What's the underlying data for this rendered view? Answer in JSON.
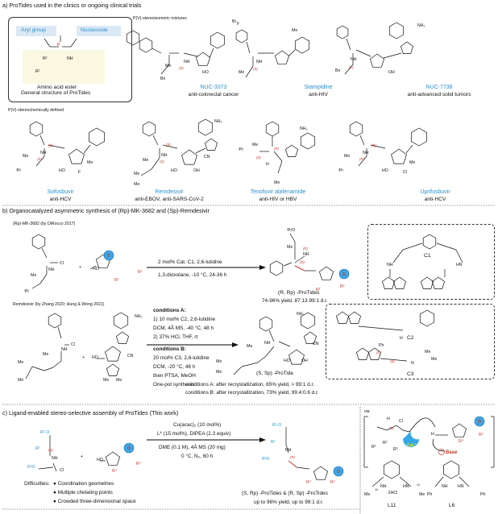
{
  "section_a": {
    "title": "a) ProTides used in the clinics or ongoing clinical trials",
    "general": {
      "aryl": "Aryl group",
      "nucleoside": "Nucleoside",
      "amino_ester": "Amino acid ester",
      "caption": "General structure of ProTides",
      "atoms": [
        "P",
        "O",
        "NH",
        "R²",
        "R¹",
        "O"
      ]
    },
    "mixtures_label": "P(V)-stereoisomeric mixtures",
    "defined_label": "P(V)-stereochemically defined",
    "drugs": [
      {
        "name": "NUC-3373",
        "activity": "anti-colorectal cancer"
      },
      {
        "name": "Stampidine",
        "activity": "anti-HIV"
      },
      {
        "name": "NUC-7738",
        "activity": "anti-advanced solid tumors"
      },
      {
        "name": "Sofosbuvir",
        "activity": "anti-HCV"
      },
      {
        "name": "Remdesivir",
        "activity": "anti-EBOV, anti-SARS-CoV-2"
      },
      {
        "name": "Tenofovir alafenamide",
        "activity": "anti-HIV or HBV"
      },
      {
        "name": "Uprifosbuvir",
        "activity": "anti-HCV"
      }
    ],
    "atoms": {
      "nuc3373": [
        "F",
        "O",
        "NH",
        "O",
        "Me",
        "NH",
        "Bn",
        "HO",
        "P",
        "(S)"
      ],
      "stampidine": [
        "Br",
        "Me",
        "O",
        "NH",
        "O",
        "Me",
        "NH",
        "Me",
        "(S)"
      ],
      "nuc7738": [
        "NH₂",
        "N",
        "N",
        "Me",
        "NH",
        "Bn",
        "OH",
        "(S)"
      ],
      "sofosbuvir": [
        "O",
        "NH",
        "O",
        "Me",
        "NH",
        "ⁱPr",
        "HO",
        "F",
        "Me",
        "(S)",
        "(S)"
      ],
      "remdesivir": [
        "NH₂",
        "N",
        "Me",
        "NH",
        "Me",
        "Me",
        "HO",
        "OH",
        "CN",
        "(S)",
        "(S)"
      ],
      "tenofovir": [
        "NH₂",
        "N",
        "N",
        "ⁱPr",
        "Me",
        "H",
        "Me",
        "(S)",
        "(R)"
      ],
      "uprifosbuvir": [
        "O",
        "NH",
        "O",
        "Me",
        "NH",
        "ⁱPr",
        "HO",
        "Cl",
        "Me",
        "(R)",
        "(R)"
      ]
    }
  },
  "section_b": {
    "title": "b) Organocatalyzed asymmetric synthesis of (Rp)-MK-3682 and (Sp)-Remdesivir",
    "mk_label": "(Rp)-MK-3682 (by DiRocco 2017)",
    "mk_conditions_top": "2 mol% Cat. C1, 2,6-lutidine",
    "mk_conditions_bottom": "1,3-dioxolane, -10 °C, 24-36 h",
    "mk_product": "(R, Rp) -ProTides",
    "mk_yield": "74-96% yield, 87:13-99:1 d.r.",
    "mk_atoms": [
      "Cl",
      "NH",
      "Me",
      "ⁱPr",
      "O",
      "HO",
      "R¹",
      "R²",
      "B",
      "+",
      "ⁱPrO",
      "Me",
      "NH",
      "R¹",
      "R²",
      "B",
      "(R)",
      "(R)"
    ],
    "catalyst_c1": "C1",
    "catalyst_c1_atoms": [
      "NH",
      "HN",
      "N",
      "N"
    ],
    "remdesivir_label": "Remdesivir (by Zhang 2020; Hung & Wong 2021)",
    "conditions_a": [
      "conditions A:",
      "1) 10 mol% C2, 2,6-lutidine",
      "DCM, 4Å  MS, -40 °C, 48 h",
      "2) 37% HCl, THF, rt"
    ],
    "conditions_b": [
      "conditions B:",
      "20 mol% C3, 2,6-lutidine",
      "DCM, -20 °C, 48 h",
      "then PTSA, MeOH",
      "One-pot synthesis"
    ],
    "rem_product": "(S, Sp) -ProTide",
    "rem_atoms": [
      "Cl",
      "NH",
      "Me",
      "Me",
      "Me",
      "NH₂",
      "HO",
      "CN",
      "Me",
      "Me",
      "+",
      "NH₂",
      "Me",
      "NH",
      "Me",
      "Me",
      "HO",
      "OH",
      "CN"
    ],
    "result_a": "conditions A: after recrystallization, 65% yield, > 99:1 d.r.",
    "result_b": "conditions B: after recrystallization, 73% yield, 99.4:0.6 d.r.",
    "catalyst_c2": "C2",
    "catalyst_c3": "C3",
    "c3_atoms": [
      "Ph",
      "Me",
      "Me",
      "N",
      "H",
      "(R)",
      "(S)"
    ]
  },
  "section_c": {
    "title": "c) Ligand-enabled stereo-selective assembly of ProTides (This work)",
    "conditions": [
      "Cu(acac)₂ (10 mol%)",
      "L* (15 mol%), DIPEA (2.3 equiv)",
      "DME (0.1 M), 4Å MS (20 mg)",
      "0 °C, N₂, 60 h"
    ],
    "reagent_atoms": [
      "R¹-O",
      "R²",
      "(S)",
      "NH",
      "R³O",
      "P",
      "Cl",
      "O",
      "+",
      "HO",
      "R⁴",
      "R⁵",
      "B"
    ],
    "product_atoms": [
      "R¹-O",
      "R²",
      "NH",
      "R³O",
      "(R)",
      "R⁴",
      "R⁵",
      "B"
    ],
    "difficulties_label": "Difficulties:",
    "difficulties": [
      "Coordination geometries",
      "Multiple chelating points",
      "Crowded three-dimensional space"
    ],
    "product": "(S, Rp) -ProTides & (R, Sp) -ProTides",
    "yield": "up to 96% yield, up to 99:1 d.r.",
    "via": "via",
    "ts_atoms": [
      "H",
      "Cl",
      "R¹",
      "R²",
      "R³",
      "CuL*",
      "Base",
      "H",
      "B",
      "R⁴",
      "R⁵",
      "(S)"
    ],
    "ligands": [
      {
        "name": "L11",
        "atoms": [
          "NH",
          "HN",
          "Me",
          "Me",
          "10",
          "10",
          "·2HCl"
        ]
      },
      {
        "name": "L6",
        "atoms": [
          "NH",
          "HN",
          "Ph",
          "Ph"
        ]
      }
    ]
  },
  "colors": {
    "blue": "#2a8fd0",
    "red": "#c0392b",
    "bead": "#3ea6e6"
  }
}
